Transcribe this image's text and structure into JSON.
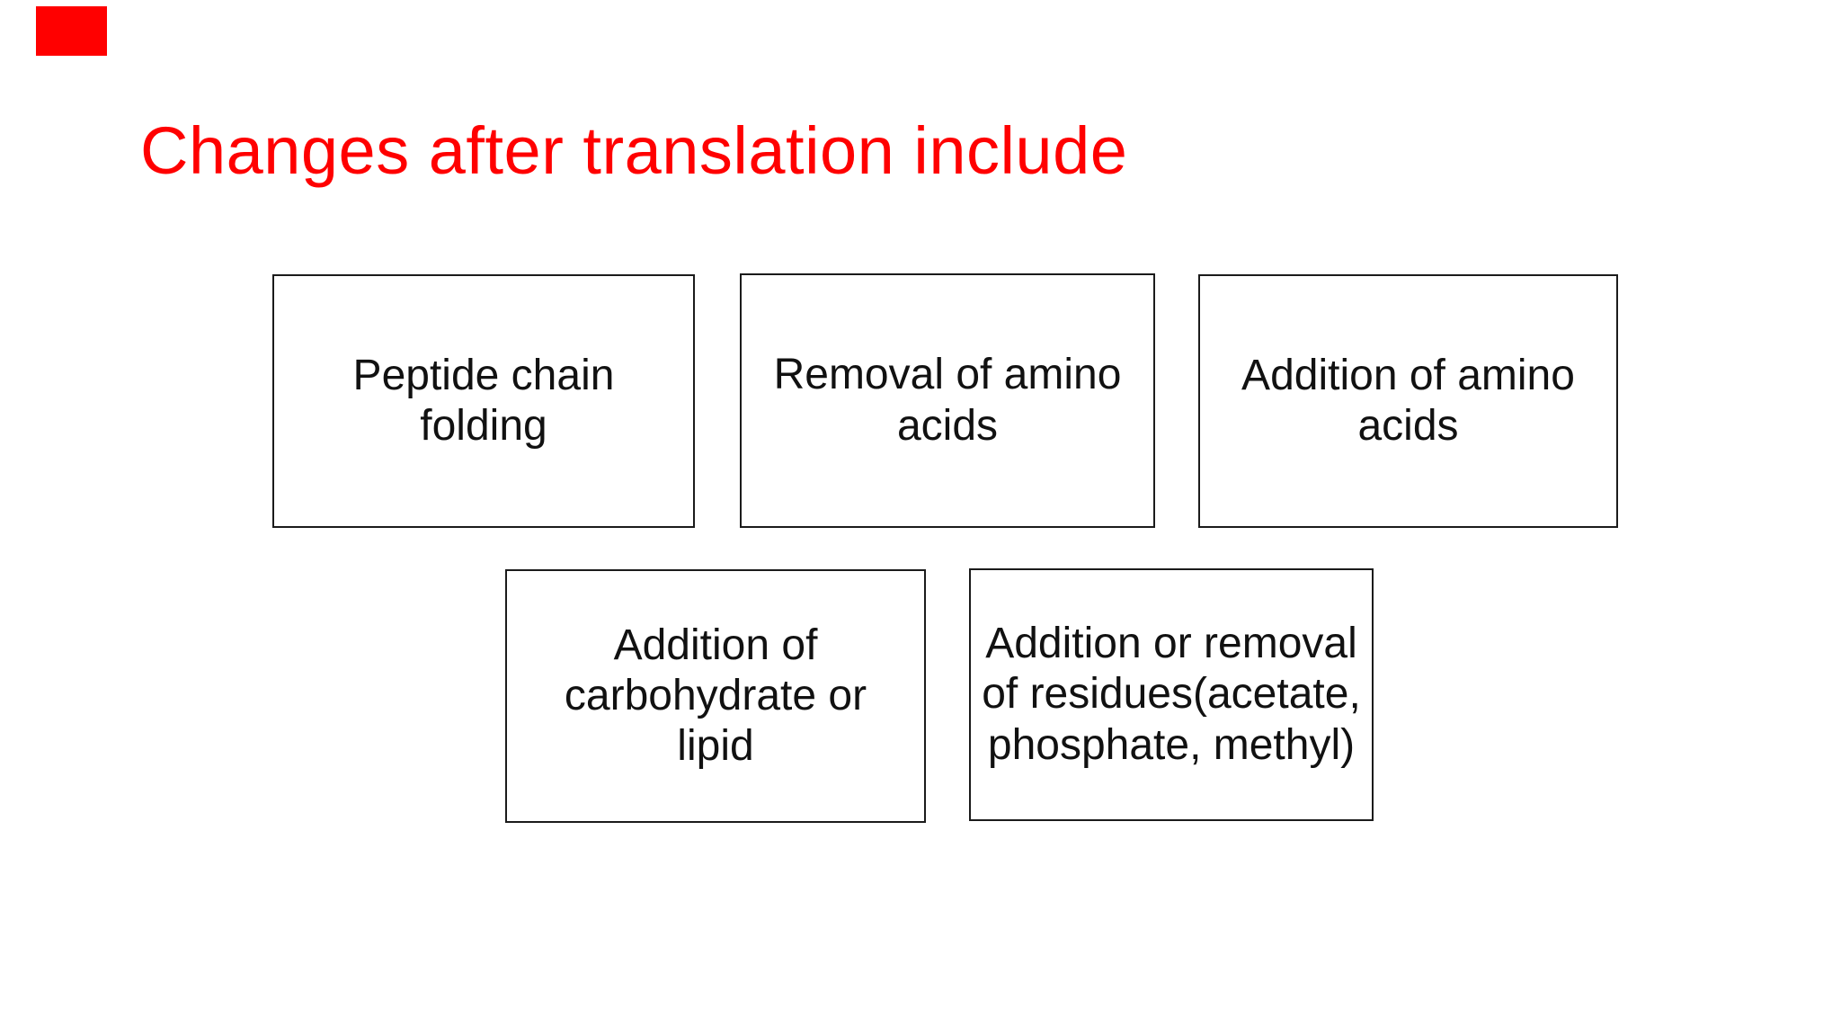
{
  "slide": {
    "title": {
      "text": "Changes after translation include",
      "color": "#ff0000"
    },
    "corner_marker": {
      "color": "#ff0000"
    },
    "colors": {
      "background": "#ffffff",
      "box_border": "#1b1b1b",
      "box_text": "#111111"
    },
    "boxes": [
      {
        "lines": [
          "Peptide chain",
          "folding"
        ]
      },
      {
        "lines": [
          "Removal of amino",
          "acids"
        ]
      },
      {
        "lines": [
          "Addition of amino",
          "acids"
        ]
      },
      {
        "lines": [
          "Addition of",
          "carbohydrate or",
          "lipid"
        ]
      },
      {
        "lines": [
          "Addition or removal",
          "of residues(acetate,",
          "phosphate, methyl)"
        ]
      }
    ]
  }
}
